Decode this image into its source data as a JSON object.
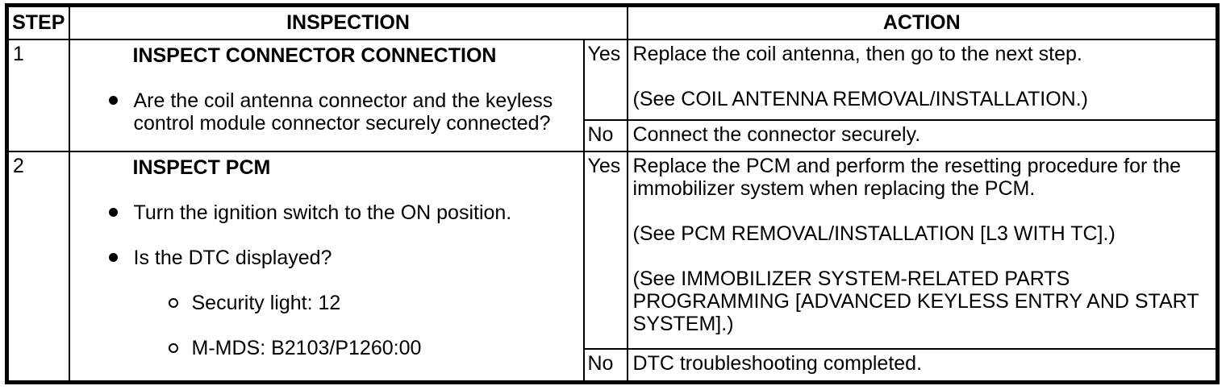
{
  "table": {
    "headers": {
      "step": "STEP",
      "inspection": "INSPECTION",
      "action": "ACTION"
    },
    "rows": [
      {
        "step": "1",
        "inspection": {
          "title": "INSPECT CONNECTOR CONNECTION",
          "bullets": [
            "Are the coil antenna connector and the keyless control module connector securely connected?"
          ]
        },
        "branches": [
          {
            "label": "Yes",
            "paragraphs": [
              "Replace the coil antenna, then go to the next step.",
              "(See COIL ANTENNA REMOVAL/INSTALLATION.)"
            ]
          },
          {
            "label": "No",
            "paragraphs": [
              "Connect the connector securely."
            ]
          }
        ]
      },
      {
        "step": "2",
        "inspection": {
          "title": "INSPECT PCM",
          "bullets": [
            "Turn the ignition switch to the ON position.",
            "Is the DTC displayed?"
          ],
          "sub_bullets": [
            "Security light: 12",
            "M-MDS: B2103/P1260:00"
          ]
        },
        "branches": [
          {
            "label": "Yes",
            "paragraphs": [
              "Replace the PCM and perform the resetting procedure for the immobilizer system when replacing the PCM.",
              "(See PCM REMOVAL/INSTALLATION [L3 WITH TC].)",
              "(See IMMOBILIZER SYSTEM-RELATED PARTS PROGRAMMING [ADVANCED KEYLESS ENTRY AND START SYSTEM].)"
            ]
          },
          {
            "label": "No",
            "paragraphs": [
              "DTC troubleshooting completed."
            ]
          }
        ]
      }
    ],
    "colors": {
      "text": "#000000",
      "background": "#ffffff",
      "border": "#000000"
    }
  }
}
